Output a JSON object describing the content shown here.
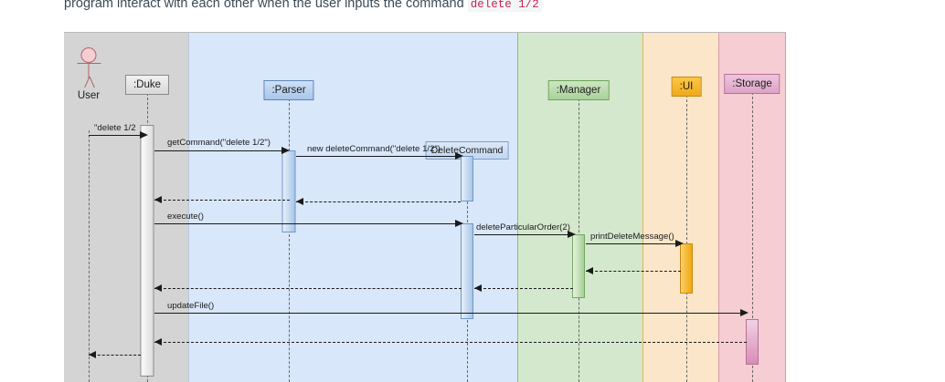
{
  "caption": {
    "text_before": "program interact with each other when the user inputs the command ",
    "code": "delete 1/2"
  },
  "diagram": {
    "type": "uml-sequence-diagram",
    "bands": [
      {
        "name": "duke-band",
        "color": "#d4d4d4"
      },
      {
        "name": "parser-band",
        "color": "#d9e7fa"
      },
      {
        "name": "manager-band",
        "color": "#d4e8cd"
      },
      {
        "name": "ui-band",
        "color": "#fce6c9"
      },
      {
        "name": "storage-band",
        "color": "#f6cdd2"
      }
    ],
    "actor": {
      "label": "User"
    },
    "participants": [
      {
        "id": "duke",
        "label": ":Duke",
        "color": "#d8d8d8"
      },
      {
        "id": "parser",
        "label": ":Parser",
        "color": "#a8c6ea"
      },
      {
        "id": "delcmd",
        "label": "DeleteCommand",
        "color": "#c2d7f0"
      },
      {
        "id": "manager",
        "label": ":Manager",
        "color": "#a9d39a"
      },
      {
        "id": "ui",
        "label": ":UI",
        "color": "#f0a81c"
      },
      {
        "id": "storage",
        "label": ":Storage",
        "color": "#dda3c6"
      }
    ],
    "messages": [
      {
        "id": "m1",
        "label": "\"delete 1/2",
        "from": "User",
        "to": "Duke",
        "kind": "call"
      },
      {
        "id": "m2",
        "label": "getCommand(\"delete 1/2\")",
        "from": "Duke",
        "to": "Parser",
        "kind": "call"
      },
      {
        "id": "m3",
        "label": "new deleteCommand(\"delete 1/2\")",
        "from": "Parser",
        "to": "DeleteCommand",
        "kind": "create"
      },
      {
        "id": "m4",
        "label": "",
        "from": "DeleteCommand",
        "to": "Parser",
        "kind": "return"
      },
      {
        "id": "m5",
        "label": "",
        "from": "Parser",
        "to": "Duke",
        "kind": "return"
      },
      {
        "id": "m6",
        "label": "execute()",
        "from": "Duke",
        "to": "DeleteCommand",
        "kind": "call"
      },
      {
        "id": "m7",
        "label": "deleteParticularOrder(2)",
        "from": "DeleteCommand",
        "to": "Manager",
        "kind": "call"
      },
      {
        "id": "m8",
        "label": "printDeleteMessage()",
        "from": "Manager",
        "to": "UI",
        "kind": "call"
      },
      {
        "id": "m9",
        "label": "",
        "from": "UI",
        "to": "Manager",
        "kind": "return"
      },
      {
        "id": "m10",
        "label": "",
        "from": "Manager",
        "to": "DeleteCommand",
        "kind": "return"
      },
      {
        "id": "m11",
        "label": "",
        "from": "DeleteCommand",
        "to": "Duke",
        "kind": "return"
      },
      {
        "id": "m12",
        "label": "updateFile()",
        "from": "Duke",
        "to": "Storage",
        "kind": "call"
      },
      {
        "id": "m13",
        "label": "",
        "from": "Storage",
        "to": "Duke",
        "kind": "return"
      },
      {
        "id": "m14",
        "label": "",
        "from": "Duke",
        "to": "User",
        "kind": "return"
      }
    ]
  }
}
